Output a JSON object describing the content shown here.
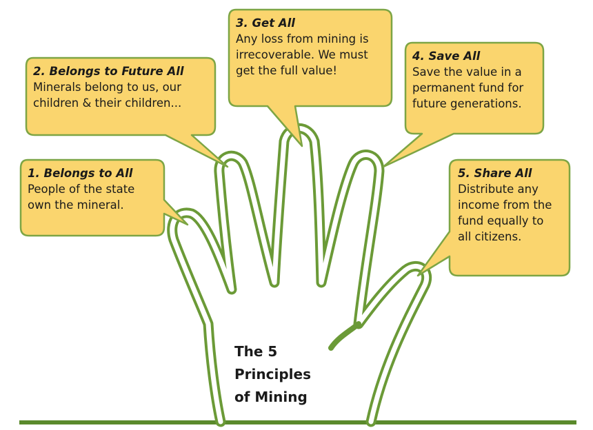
{
  "colors": {
    "bubble_fill": "#fad56e",
    "bubble_stroke": "#7da544",
    "hand_stroke": "#6b9a37",
    "ground": "#5a8a2c",
    "text": "#1a1a1a"
  },
  "diagram": {
    "title_lines": [
      "The 5",
      "Principles",
      "of Mining"
    ],
    "principles": [
      {
        "heading": "1. Belongs to All",
        "body": [
          "People of the state",
          "own the mineral."
        ]
      },
      {
        "heading": "2. Belongs to Future All",
        "body": [
          "Minerals belong to us, our",
          "children & their children..."
        ]
      },
      {
        "heading": "3. Get All",
        "body": [
          "Any loss from mining is",
          "irrecoverable. We must",
          "get the full value!"
        ]
      },
      {
        "heading": "4. Save All",
        "body": [
          "Save the value in a",
          "permanent fund for",
          "future generations."
        ]
      },
      {
        "heading": "5. Share All",
        "body": [
          "Distribute any",
          "income from the",
          "fund equally to",
          "all citizens."
        ]
      }
    ]
  }
}
